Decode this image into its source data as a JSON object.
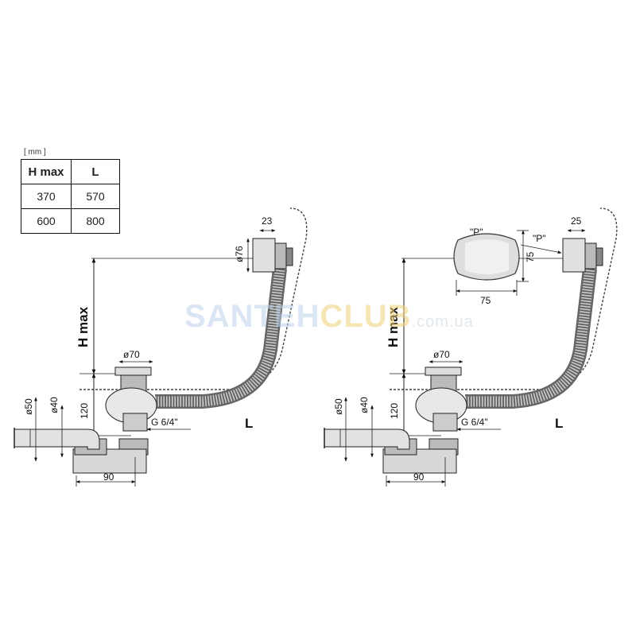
{
  "table": {
    "unit": "[ mm ]",
    "headers": [
      "H max",
      "L"
    ],
    "rows": [
      [
        "370",
        "570"
      ],
      [
        "600",
        "800"
      ]
    ]
  },
  "watermark": {
    "part1": "SANTEH",
    "part2": "CLUB",
    "part3": ".com.ua"
  },
  "left_view": {
    "h_label": "H max",
    "l_label": "L",
    "overflow_diam": "ø76",
    "overflow_depth": "23",
    "drain_diam": "ø70",
    "pipe_outer": "ø50",
    "pipe_inner": "ø40",
    "height_120": "120",
    "thread": "G 6/4\"",
    "width_90": "90"
  },
  "right_view": {
    "h_label": "H max",
    "l_label": "L",
    "overflow_depth": "25",
    "cap_label": "\"P\"",
    "cap_pointer": "\"P\"",
    "cap_height": "75",
    "cap_width": "75",
    "drain_diam": "ø70",
    "pipe_outer": "ø50",
    "pipe_inner": "ø40",
    "height_120": "120",
    "thread": "G 6/4\"",
    "width_90": "90"
  },
  "colors": {
    "line": "#222222",
    "fill_light": "#e6e6e6",
    "fill_mid": "#bdbdbd",
    "fill_dark": "#555555"
  }
}
